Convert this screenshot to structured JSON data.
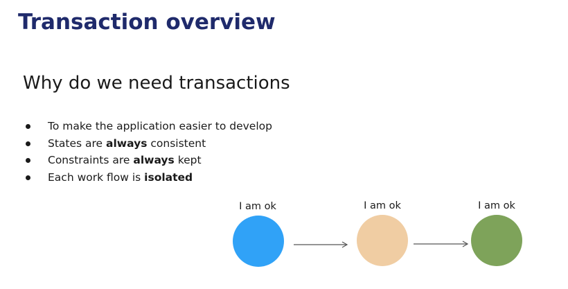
{
  "slide": {
    "title": "Transaction overview",
    "subtitle": "Why do we need transactions"
  },
  "bullets": [
    {
      "parts": [
        {
          "text": "To make the application easier to develop",
          "bold": false
        }
      ]
    },
    {
      "parts": [
        {
          "text": "States are ",
          "bold": false
        },
        {
          "text": "always",
          "bold": true
        },
        {
          "text": " consistent",
          "bold": false
        }
      ]
    },
    {
      "parts": [
        {
          "text": "Constraints are ",
          "bold": false
        },
        {
          "text": "always",
          "bold": true
        },
        {
          "text": " kept",
          "bold": false
        }
      ]
    },
    {
      "parts": [
        {
          "text": "Each work flow is ",
          "bold": false
        },
        {
          "text": "isolated",
          "bold": true
        }
      ]
    }
  ],
  "diagram": {
    "nodes": [
      {
        "label": "I am ok",
        "color": "#30a2f7"
      },
      {
        "label": "I am ok",
        "color": "#f0cda3"
      },
      {
        "label": "I am ok",
        "color": "#7ea35a"
      }
    ],
    "arrow_color": "#555555"
  }
}
